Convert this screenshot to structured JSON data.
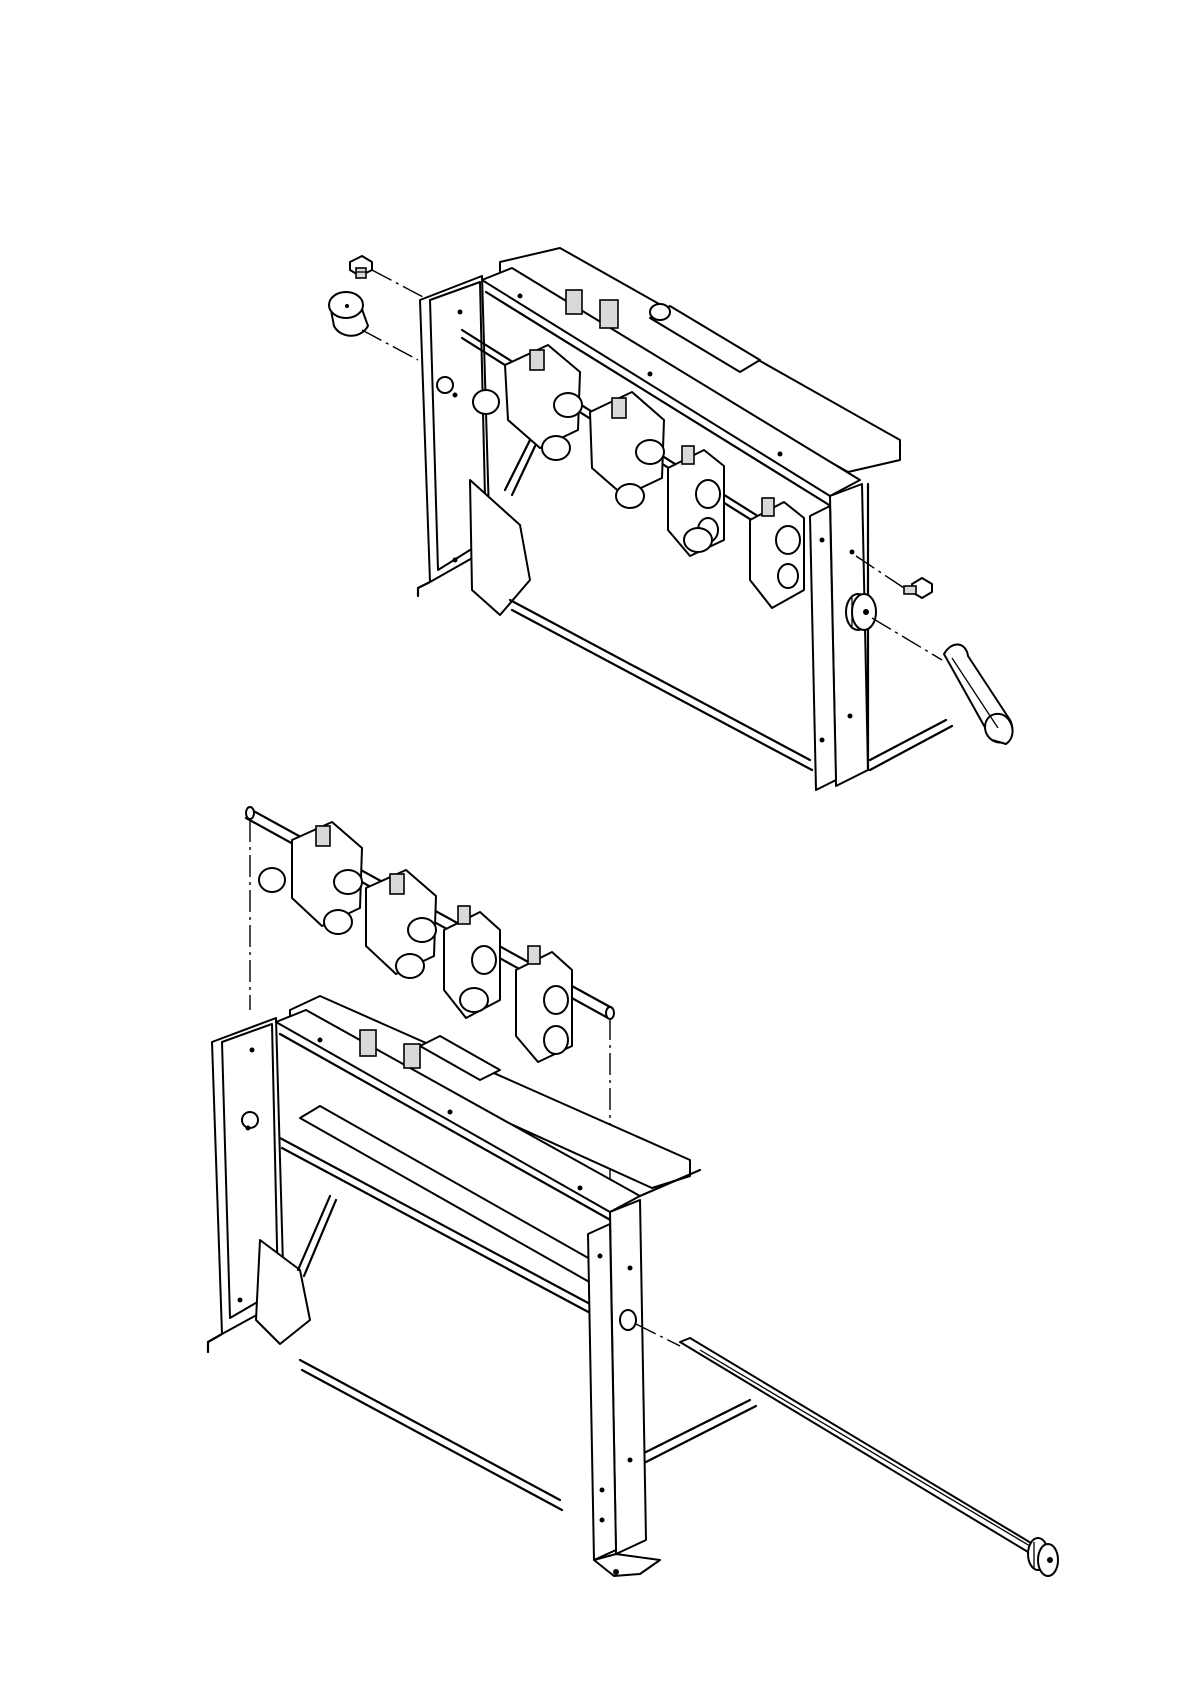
{
  "diagram": {
    "views": [
      {
        "id": "upper",
        "parts": [
          "screw",
          "knob",
          "hand-crank",
          "side-frame",
          "punch-unit-assembly",
          "guide-rod"
        ]
      },
      {
        "id": "lower",
        "parts": [
          "punch-unit-assembly",
          "frame-assembly",
          "drive-shaft",
          "knob"
        ]
      }
    ]
  },
  "footer": {
    "text": ""
  }
}
